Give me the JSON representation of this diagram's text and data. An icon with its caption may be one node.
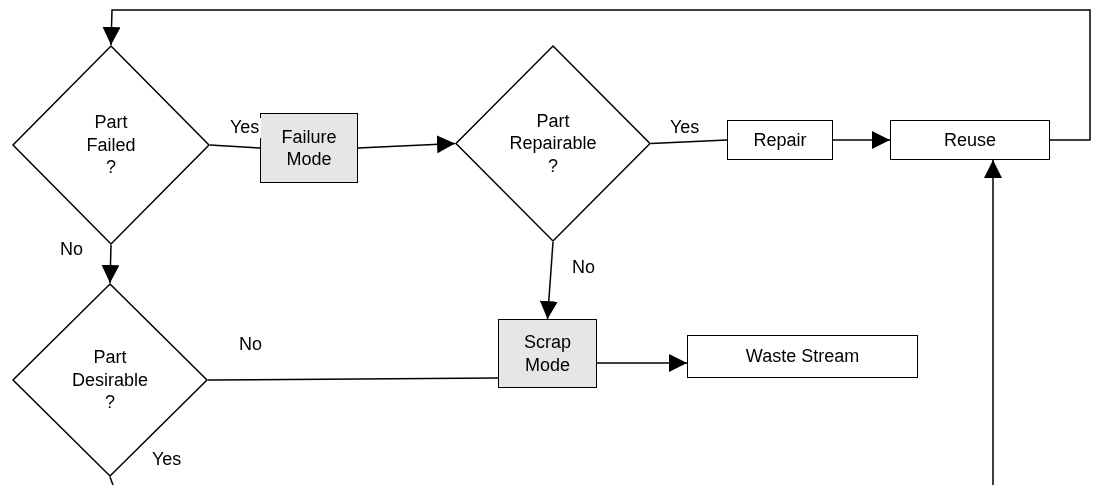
{
  "diagram": {
    "nodes": [
      {
        "text": [
          "Part Failed ?"
        ]
      },
      {
        "text": [
          "Failure Mode"
        ]
      },
      {
        "text": [
          "Part Repairable ?"
        ]
      },
      {
        "text": [
          "Repair"
        ]
      },
      {
        "text": [
          "Reuse"
        ]
      },
      {
        "text": [
          "Part Desirable ?"
        ]
      },
      {
        "text": [
          "Scrap Mode"
        ]
      },
      {
        "text": [
          "Waste Stream"
        ]
      }
    ],
    "edges": [
      {
        "from": 0,
        "to": 1,
        "arrow": "none",
        "label": "Yes"
      },
      {
        "from": 1,
        "to": 2,
        "arrow": "to"
      },
      {
        "from": 2,
        "to": 3,
        "arrow": "none",
        "label": "Yes"
      },
      {
        "from": 3,
        "to": 4,
        "arrow": "to"
      },
      {
        "from": 4,
        "to": 0,
        "arrow": "to"
      },
      {
        "from": 0,
        "to": 5,
        "arrow": "to",
        "label": "No"
      },
      {
        "from": 2,
        "to": 6,
        "arrow": "to",
        "label": "No"
      },
      {
        "from": 5,
        "to": 6,
        "arrow": "none",
        "label": "No"
      },
      {
        "from": 6,
        "to": 7,
        "arrow": "to"
      },
      {
        "from": 5,
        "to": null,
        "arrow": "none",
        "label": "Yes"
      },
      {
        "from": null,
        "to": 4,
        "arrow": "to"
      }
    ]
  }
}
